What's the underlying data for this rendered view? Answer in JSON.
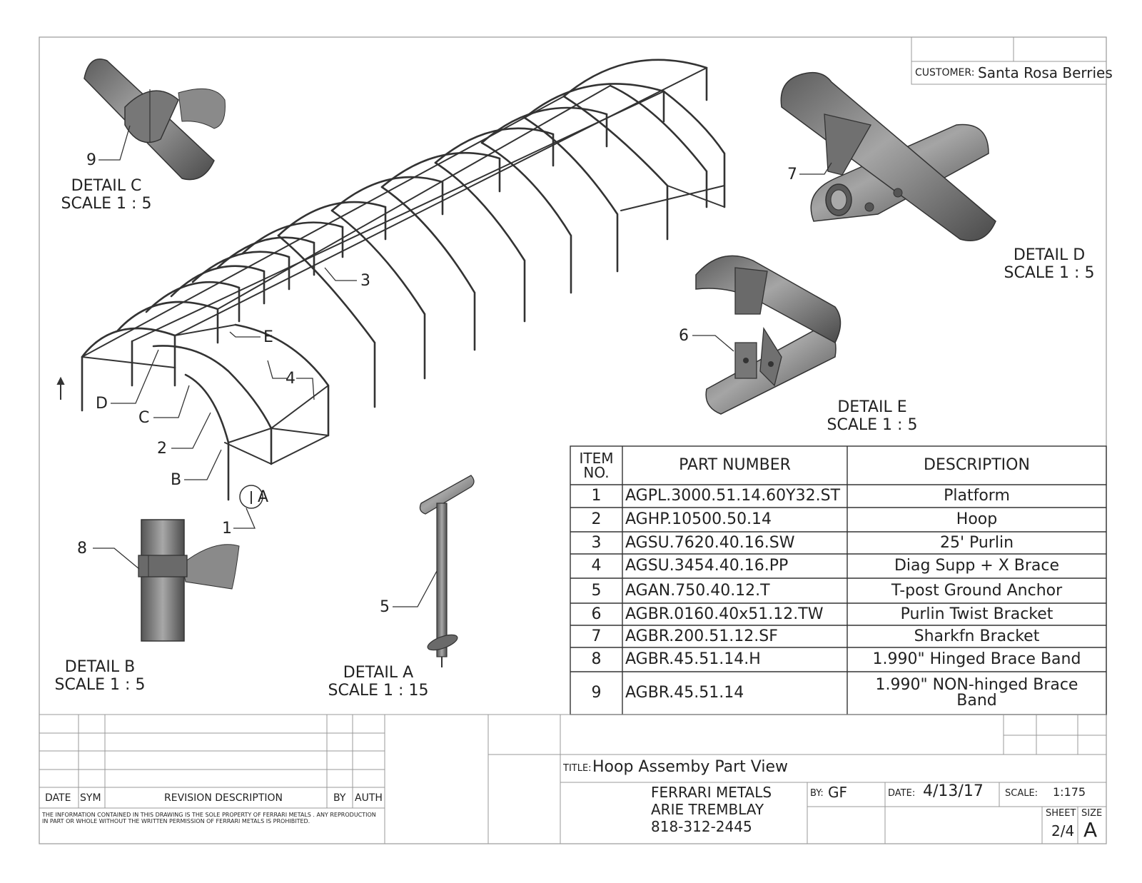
{
  "customer": {
    "label": "CUSTOMER:",
    "value": "Santa Rosa Berries"
  },
  "details": [
    {
      "name": "DETAIL C",
      "scale": "SCALE 1 : 5"
    },
    {
      "name": "DETAIL D",
      "scale": "SCALE 1 : 5"
    },
    {
      "name": "DETAIL E",
      "scale": "SCALE 1 : 5"
    },
    {
      "name": "DETAIL B",
      "scale": "SCALE 1 : 5"
    },
    {
      "name": "DETAIL A",
      "scale": "SCALE 1 : 15"
    }
  ],
  "callouts": {
    "c9": "9",
    "c7": "7",
    "c6": "6",
    "c3": "3",
    "cE": "E",
    "c4": "4",
    "cD": "D",
    "cC": "C",
    "c2": "2",
    "cB": "B",
    "cA": "A",
    "c1": "1",
    "c8": "8",
    "c5": "5"
  },
  "bom": {
    "headers": {
      "item": "ITEM NO.",
      "part": "PART NUMBER",
      "desc": "DESCRIPTION"
    },
    "rows": [
      {
        "item": "1",
        "part": "AGPL.3000.51.14.60Y32.ST",
        "desc": "Platform"
      },
      {
        "item": "2",
        "part": "AGHP.10500.50.14",
        "desc": "Hoop"
      },
      {
        "item": "3",
        "part": "AGSU.7620.40.16.SW",
        "desc": "25' Purlin"
      },
      {
        "item": "4",
        "part": "AGSU.3454.40.16.PP",
        "desc": "Diag Supp + X Brace"
      },
      {
        "item": "5",
        "part": "AGAN.750.40.12.T",
        "desc": "T-post Ground Anchor"
      },
      {
        "item": "6",
        "part": "AGBR.0160.40x51.12.TW",
        "desc": "Purlin Twist Bracket"
      },
      {
        "item": "7",
        "part": "AGBR.200.51.12.SF",
        "desc": "Sharkfn Bracket"
      },
      {
        "item": "8",
        "part": "AGBR.45.51.14.H",
        "desc": "1.990\" Hinged Brace Band"
      },
      {
        "item": "9",
        "part": "AGBR.45.51.14",
        "desc": "1.990\" NON-hinged Brace Band"
      }
    ]
  },
  "revision": {
    "headers": {
      "date": "DATE",
      "sym": "SYM",
      "desc": "REVISION DESCRIPTION",
      "by": "BY",
      "auth": "AUTH"
    },
    "notice": "THE INFORMATION CONTAINED IN THIS DRAWING IS THE SOLE PROPERTY OF FERRARI METALS . ANY REPRODUCTION IN PART OR WHOLE WITHOUT THE WRITTEN PERMISSION OF FERRARI METALS IS PROHIBITED."
  },
  "titleblock": {
    "title_label": "TITLE:",
    "title": "Hoop Assemby Part View",
    "company": [
      "FERRARI METALS",
      "ARIE TREMBLAY",
      "818-312-2445"
    ],
    "by_label": "BY:",
    "by": "GF",
    "date_label": "DATE:",
    "date": "4/13/17",
    "scale_label": "SCALE:",
    "scale": "1:175",
    "sheet_label": "SHEET",
    "sheet": "2/4",
    "size_label": "SIZE",
    "size": "A"
  }
}
